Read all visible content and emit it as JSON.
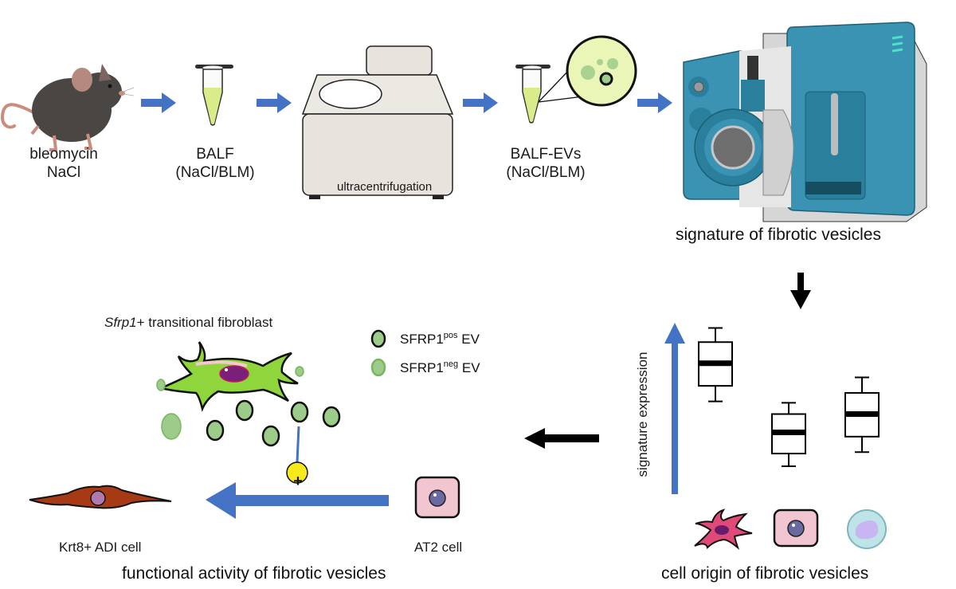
{
  "colors": {
    "flow_arrow": "#4472c4",
    "process_arrow": "#000000",
    "tube_fluid": "#d9ec8a",
    "centrifuge_body": "#e8e3dc",
    "ms_teal": "#2d8aa8",
    "ev_fill": "#9ccb8a",
    "fibroblast_green": "#8fd63c",
    "nucleus_purple": "#7a1f7a",
    "at2_pink": "#f2c6d0",
    "plus_yellow": "#f7ea1a"
  },
  "top_row": {
    "mouse": {
      "label_line1": "bleomycin",
      "label_line2": "NaCl",
      "icon": "mouse-icon"
    },
    "balf": {
      "label_line1": "BALF",
      "label_line2": "(NaCl/BLM)",
      "icon": "tube-icon"
    },
    "centrifuge": {
      "label": "ultracentrifugation",
      "icon": "ultracentrifuge-icon"
    },
    "balf_evs": {
      "label_line1": "BALF-EVs",
      "label_line2": "(NaCl/BLM)",
      "icon": "tube-with-magnifier-icon"
    },
    "mass_spec": {
      "label": "signature of fibrotic vesicles",
      "icon": "mass-spectrometer-icon"
    }
  },
  "cell_origin": {
    "axis_label": "signature expression",
    "caption": "cell origin of fibrotic vesicles",
    "cells": [
      "fibroblast-icon",
      "at2-cell-icon",
      "immune-cell-icon"
    ],
    "boxplots": [
      {
        "whisker_low": 0.46,
        "q1": 0.57,
        "median": 0.73,
        "q3": 0.88,
        "whisker_high": 0.98
      },
      {
        "whisker_low": 0.0,
        "q1": 0.09,
        "median": 0.24,
        "q3": 0.37,
        "whisker_high": 0.45
      },
      {
        "whisker_low": 0.1,
        "q1": 0.21,
        "median": 0.37,
        "q3": 0.52,
        "whisker_high": 0.63
      }
    ]
  },
  "functional": {
    "fibroblast_label_italic": "Sfrp1",
    "fibroblast_label_rest": "+ transitional fibroblast",
    "legend": [
      {
        "name": "SFRP1",
        "sup": "pos",
        "suffix": "EV"
      },
      {
        "name": "SFRP1",
        "sup": "neg",
        "suffix": "EV"
      }
    ],
    "plus_symbol": "+",
    "adi_label": "Krt8+ ADI cell",
    "at2_label": "AT2 cell",
    "caption": "functional activity of fibrotic vesicles"
  }
}
